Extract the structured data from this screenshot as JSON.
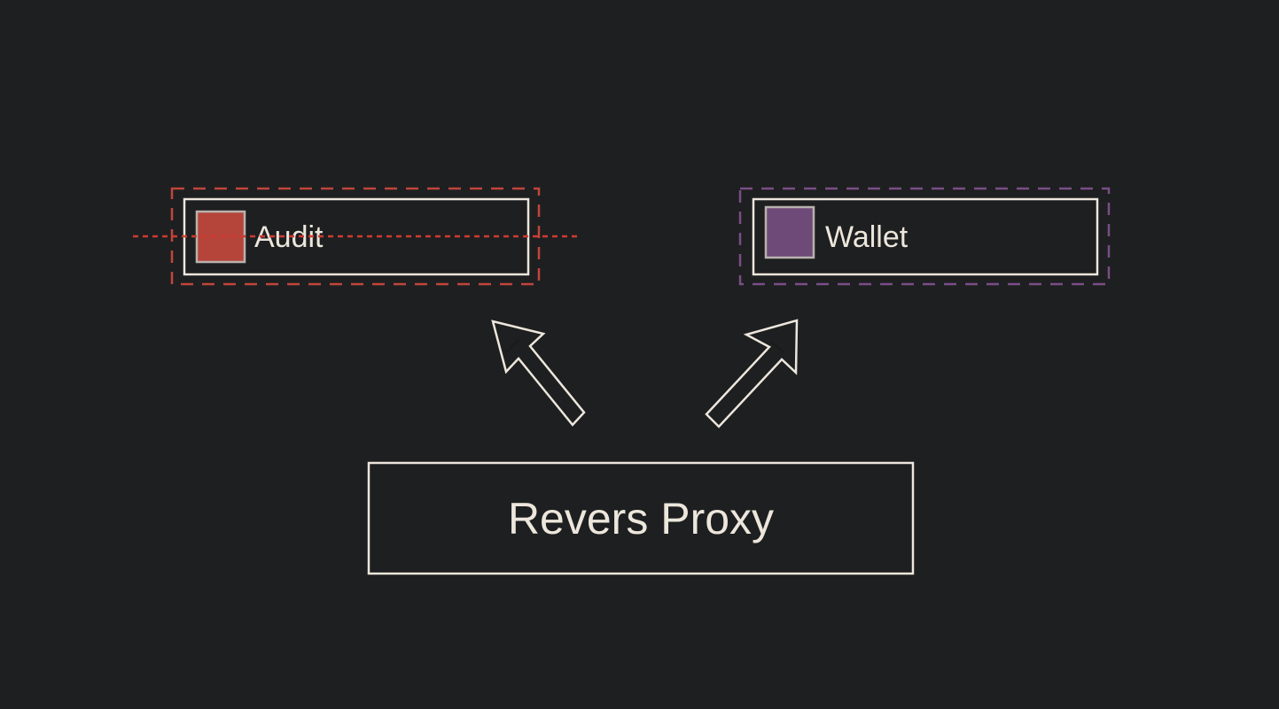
{
  "diagram": {
    "proxy": {
      "label": "Revers Proxy"
    },
    "services": [
      {
        "label": "Audit",
        "color": "#b5443a",
        "status": "failing"
      },
      {
        "label": "Wallet",
        "color": "#6e4a79",
        "status": "healthy"
      }
    ],
    "colors": {
      "background": "#1e1f20",
      "stroke": "#ece6dc",
      "audit_dash": "#c0453c",
      "wallet_dash": "#7a4d86",
      "failure_line": "#d03a32"
    }
  }
}
